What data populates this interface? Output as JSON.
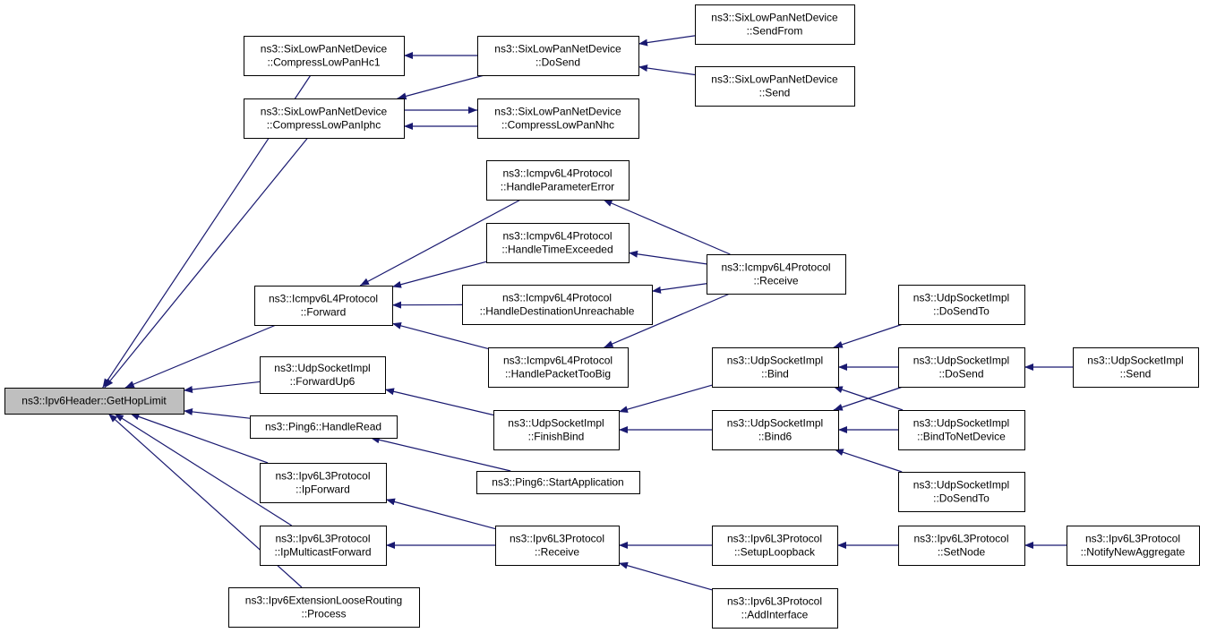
{
  "colors": {
    "edge": "#191970",
    "root_fill": "#bfbfbf",
    "node_fill": "#ffffff",
    "border": "#000000"
  },
  "graph": {
    "nodes": [
      {
        "id": "root",
        "lines": [
          "ns3::Ipv6Header::GetHopLimit"
        ],
        "root": true
      },
      {
        "id": "compHc1",
        "lines": [
          "ns3::SixLowPanNetDevice",
          "::CompressLowPanHc1"
        ]
      },
      {
        "id": "compIphc",
        "lines": [
          "ns3::SixLowPanNetDevice",
          "::CompressLowPanIphc"
        ]
      },
      {
        "id": "sixDoSend",
        "lines": [
          "ns3::SixLowPanNetDevice",
          "::DoSend"
        ]
      },
      {
        "id": "compNhc",
        "lines": [
          "ns3::SixLowPanNetDevice",
          "::CompressLowPanNhc"
        ]
      },
      {
        "id": "sendFrom",
        "lines": [
          "ns3::SixLowPanNetDevice",
          "::SendFrom"
        ]
      },
      {
        "id": "sixSend",
        "lines": [
          "ns3::SixLowPanNetDevice",
          "::Send"
        ]
      },
      {
        "id": "icmpForward",
        "lines": [
          "ns3::Icmpv6L4Protocol",
          "::Forward"
        ]
      },
      {
        "id": "paramErr",
        "lines": [
          "ns3::Icmpv6L4Protocol",
          "::HandleParameterError"
        ]
      },
      {
        "id": "timeExc",
        "lines": [
          "ns3::Icmpv6L4Protocol",
          "::HandleTimeExceeded"
        ]
      },
      {
        "id": "destUnr",
        "lines": [
          "ns3::Icmpv6L4Protocol",
          "::HandleDestinationUnreachable"
        ]
      },
      {
        "id": "tooBig",
        "lines": [
          "ns3::Icmpv6L4Protocol",
          "::HandlePacketTooBig"
        ]
      },
      {
        "id": "icmpRecv",
        "lines": [
          "ns3::Icmpv6L4Protocol",
          "::Receive"
        ]
      },
      {
        "id": "fwdUp6",
        "lines": [
          "ns3::UdpSocketImpl",
          "::ForwardUp6"
        ]
      },
      {
        "id": "finishBind",
        "lines": [
          "ns3::UdpSocketImpl",
          "::FinishBind"
        ]
      },
      {
        "id": "bind",
        "lines": [
          "ns3::UdpSocketImpl",
          "::Bind"
        ]
      },
      {
        "id": "bind6",
        "lines": [
          "ns3::UdpSocketImpl",
          "::Bind6"
        ]
      },
      {
        "id": "doSendTo1",
        "lines": [
          "ns3::UdpSocketImpl",
          "::DoSendTo"
        ]
      },
      {
        "id": "udpDoSend",
        "lines": [
          "ns3::UdpSocketImpl",
          "::DoSend"
        ]
      },
      {
        "id": "bindNet",
        "lines": [
          "ns3::UdpSocketImpl",
          "::BindToNetDevice"
        ]
      },
      {
        "id": "doSendTo2",
        "lines": [
          "ns3::UdpSocketImpl",
          "::DoSendTo"
        ]
      },
      {
        "id": "udpSend",
        "lines": [
          "ns3::UdpSocketImpl",
          "::Send"
        ]
      },
      {
        "id": "handleRead",
        "lines": [
          "ns3::Ping6::HandleRead"
        ]
      },
      {
        "id": "startApp",
        "lines": [
          "ns3::Ping6::StartApplication"
        ]
      },
      {
        "id": "ipFwd",
        "lines": [
          "ns3::Ipv6L3Protocol",
          "::IpForward"
        ]
      },
      {
        "id": "ipMcast",
        "lines": [
          "ns3::Ipv6L3Protocol",
          "::IpMulticastForward"
        ]
      },
      {
        "id": "l3Recv",
        "lines": [
          "ns3::Ipv6L3Protocol",
          "::Receive"
        ]
      },
      {
        "id": "setupLoop",
        "lines": [
          "ns3::Ipv6L3Protocol",
          "::SetupLoopback"
        ]
      },
      {
        "id": "addIf",
        "lines": [
          "ns3::Ipv6L3Protocol",
          "::AddInterface"
        ]
      },
      {
        "id": "setNode",
        "lines": [
          "ns3::Ipv6L3Protocol",
          "::SetNode"
        ]
      },
      {
        "id": "notifyAgg",
        "lines": [
          "ns3::Ipv6L3Protocol",
          "::NotifyNewAggregate"
        ]
      },
      {
        "id": "looseProc",
        "lines": [
          "ns3::Ipv6ExtensionLooseRouting",
          "::Process"
        ]
      }
    ],
    "edges": [
      {
        "from": "compHc1",
        "to": "root"
      },
      {
        "from": "compIphc",
        "to": "root"
      },
      {
        "from": "icmpForward",
        "to": "root"
      },
      {
        "from": "fwdUp6",
        "to": "root"
      },
      {
        "from": "handleRead",
        "to": "root"
      },
      {
        "from": "ipFwd",
        "to": "root"
      },
      {
        "from": "ipMcast",
        "to": "root"
      },
      {
        "from": "looseProc",
        "to": "root"
      },
      {
        "from": "sixDoSend",
        "to": "compHc1"
      },
      {
        "from": "sixDoSend",
        "to": "compIphc"
      },
      {
        "from": "compNhc",
        "to": "compIphc"
      },
      {
        "from": "compIphc",
        "to": "compNhc"
      },
      {
        "from": "sendFrom",
        "to": "sixDoSend"
      },
      {
        "from": "sixSend",
        "to": "sixDoSend"
      },
      {
        "from": "paramErr",
        "to": "icmpForward"
      },
      {
        "from": "timeExc",
        "to": "icmpForward"
      },
      {
        "from": "destUnr",
        "to": "icmpForward"
      },
      {
        "from": "tooBig",
        "to": "icmpForward"
      },
      {
        "from": "icmpRecv",
        "to": "paramErr"
      },
      {
        "from": "icmpRecv",
        "to": "timeExc"
      },
      {
        "from": "icmpRecv",
        "to": "destUnr"
      },
      {
        "from": "icmpRecv",
        "to": "tooBig"
      },
      {
        "from": "finishBind",
        "to": "fwdUp6"
      },
      {
        "from": "bind",
        "to": "finishBind"
      },
      {
        "from": "bind6",
        "to": "finishBind"
      },
      {
        "from": "doSendTo1",
        "to": "bind"
      },
      {
        "from": "udpDoSend",
        "to": "bind"
      },
      {
        "from": "bindNet",
        "to": "bind"
      },
      {
        "from": "udpDoSend",
        "to": "bind6"
      },
      {
        "from": "bindNet",
        "to": "bind6"
      },
      {
        "from": "doSendTo2",
        "to": "bind6"
      },
      {
        "from": "udpSend",
        "to": "udpDoSend"
      },
      {
        "from": "startApp",
        "to": "handleRead"
      },
      {
        "from": "l3Recv",
        "to": "ipFwd"
      },
      {
        "from": "l3Recv",
        "to": "ipMcast"
      },
      {
        "from": "setupLoop",
        "to": "l3Recv"
      },
      {
        "from": "addIf",
        "to": "l3Recv"
      },
      {
        "from": "setNode",
        "to": "setupLoop"
      },
      {
        "from": "notifyAgg",
        "to": "setNode"
      }
    ]
  }
}
